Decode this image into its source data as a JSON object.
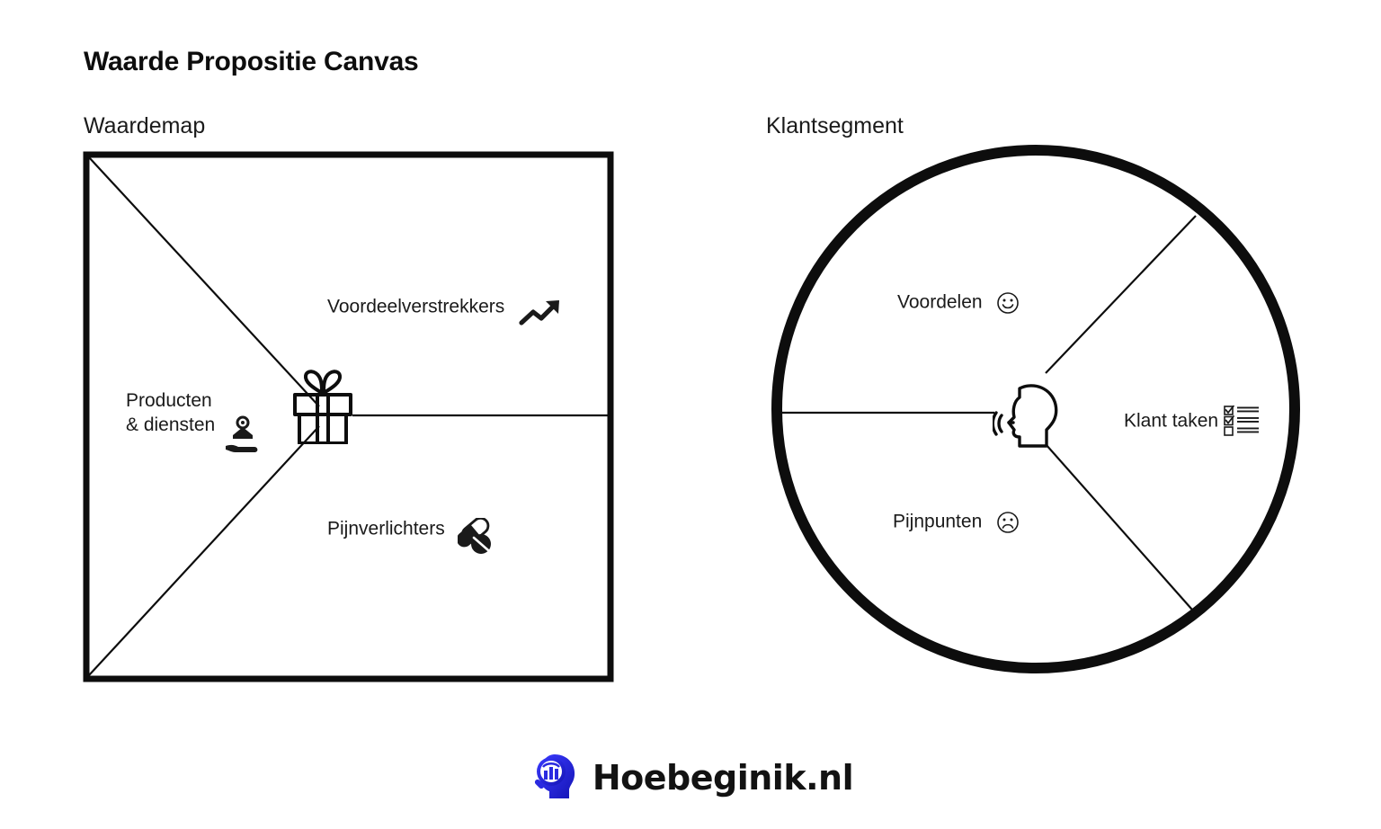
{
  "page": {
    "title": "Waarde Propositie Canvas",
    "background_color": "#ffffff",
    "ink_color": "#0d0d0d"
  },
  "panels": {
    "value_map": {
      "heading": "Waardemap",
      "shape": "square",
      "labels": {
        "top": "Voordeelverstrekkers",
        "left": "Producten\n& diensten",
        "left_line1": "Producten",
        "left_line2": "& diensten",
        "bottom": "Pijnverlichters"
      },
      "icons": {
        "center": "gift-box-icon",
        "top": "trending-up-arrow-icon",
        "left": "hand-offering-flower-icon",
        "bottom": "pills-icon"
      }
    },
    "customer_segment": {
      "heading": "Klantsegment",
      "shape": "circle",
      "labels": {
        "top": "Voordelen",
        "right": "Klant taken",
        "bottom": "Pijnpunten"
      },
      "icons": {
        "center": "speaking-head-icon",
        "top": "smiley-face-icon",
        "right": "checklist-icon",
        "bottom": "frowning-face-icon"
      }
    }
  },
  "footer": {
    "logo_text": "Hoebeginik.nl",
    "logo_icon": "head-magnifier-icon",
    "logo_color": "#2a2ae0"
  }
}
